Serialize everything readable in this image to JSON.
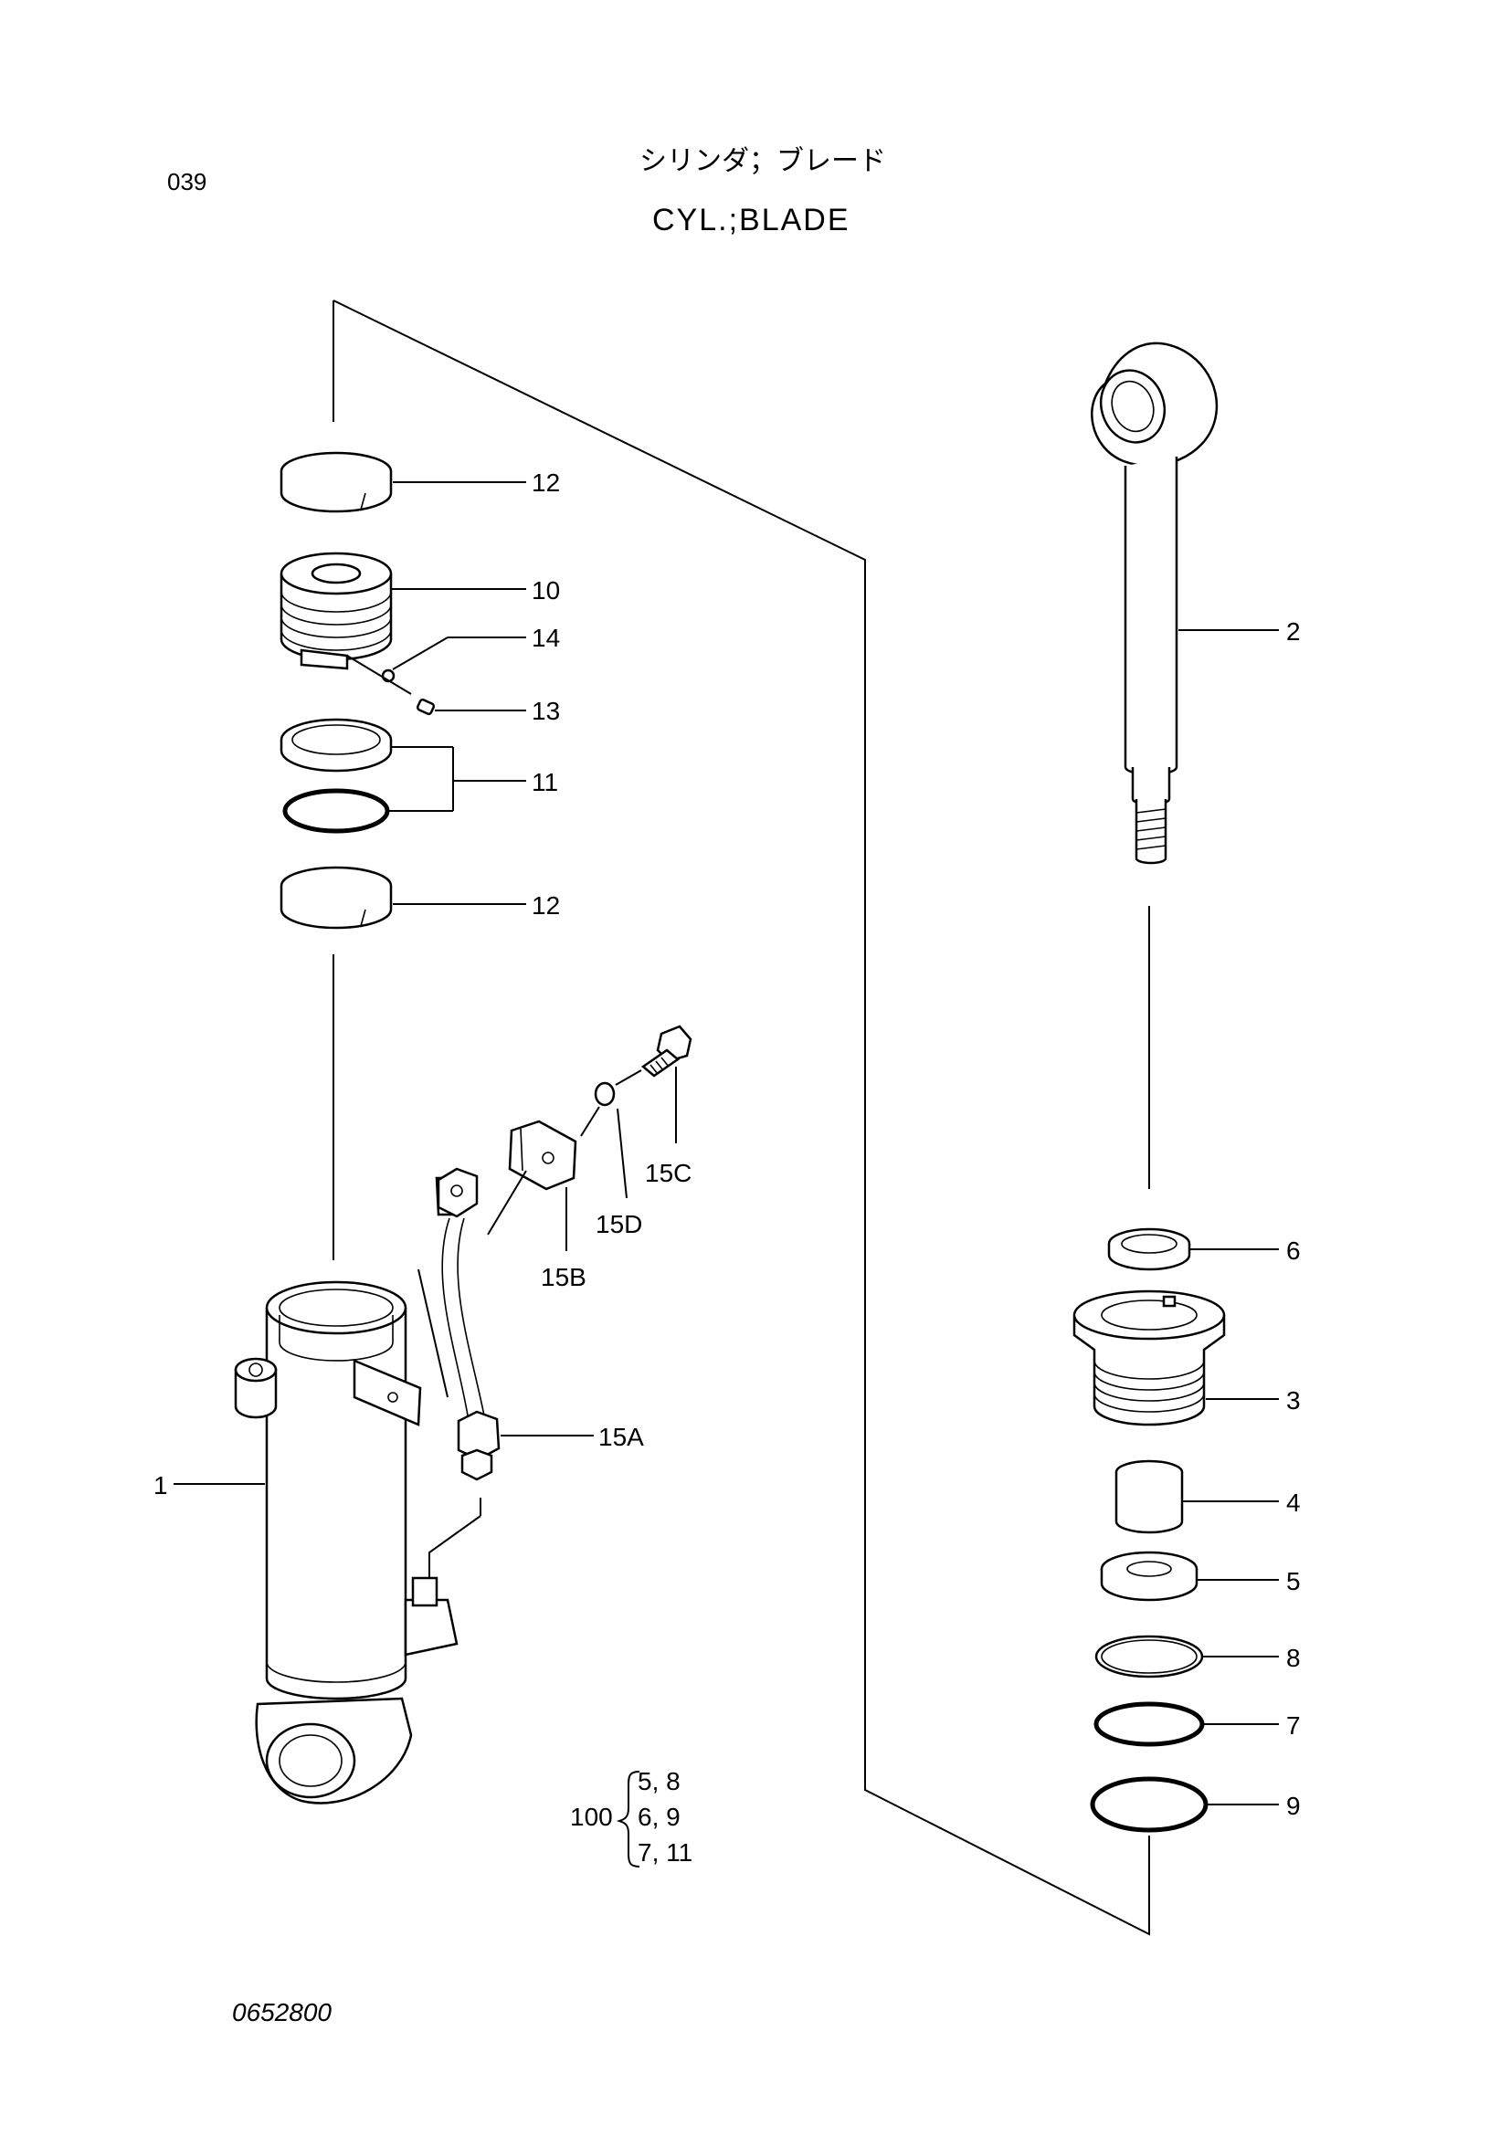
{
  "header": {
    "page_number": "039",
    "title_jp": "シリンダ；ブレード",
    "title_en": "CYL.;BLADE"
  },
  "callouts": {
    "c12_top": "12",
    "c10": "10",
    "c14": "14",
    "c13": "13",
    "c11": "11",
    "c12_bottom": "12",
    "c2": "2",
    "c15C": "15C",
    "c15D": "15D",
    "c15B": "15B",
    "c15A": "15A",
    "c1": "1",
    "c6": "6",
    "c3": "3",
    "c4": "4",
    "c5": "5",
    "c8": "8",
    "c7": "7",
    "c9": "9"
  },
  "kit": {
    "number": "100",
    "rows": [
      "5, 8",
      "6, 9",
      "7, 11"
    ]
  },
  "footer": {
    "drawing_number": "0652800"
  }
}
